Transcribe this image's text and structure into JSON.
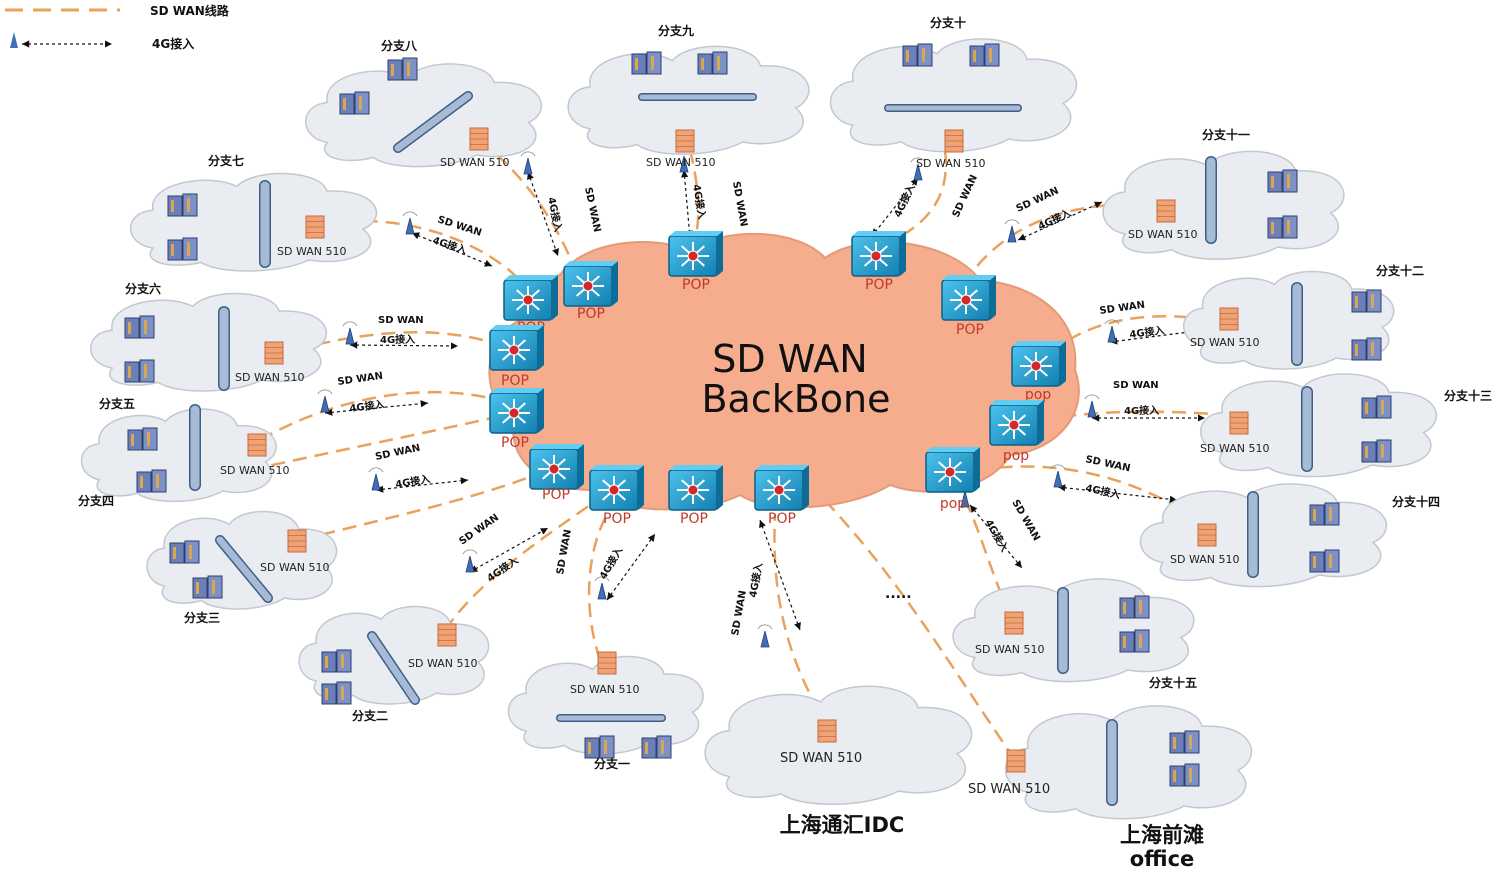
{
  "legend": {
    "sdwan_line_label": "SD WAN线路",
    "lte_label": "4G接入"
  },
  "colors": {
    "core_fill": "#f6ad8e",
    "sdwan_line": "#e8a25c",
    "cloud_fill": "#e9ecf1",
    "switch_blue": "#1fa4d8",
    "firewall": "#ef9b6c"
  },
  "core": {
    "title_line1": "SD WAN",
    "title_line2": "BackBone"
  },
  "link_labels": {
    "sdwan": "SD WAN",
    "lte": "4G接入"
  },
  "pops": [
    {
      "label": "POP"
    },
    {
      "label": "POP"
    },
    {
      "label": "POP"
    },
    {
      "label": "POP"
    },
    {
      "label": "POP"
    },
    {
      "label": "POP"
    },
    {
      "label": "POP"
    },
    {
      "label": "POP"
    },
    {
      "label": "POP"
    },
    {
      "label": "POP"
    },
    {
      "label": "POP"
    },
    {
      "label": "pop"
    },
    {
      "label": "pop"
    },
    {
      "label": "pop"
    }
  ],
  "branches": [
    {
      "name": "分支一",
      "device": "SD WAN 510"
    },
    {
      "name": "分支二",
      "device": "SD WAN 510"
    },
    {
      "name": "分支三",
      "device": "SD WAN 510"
    },
    {
      "name": "分支四",
      "device": "SD WAN 510"
    },
    {
      "name": "分支五",
      "device": "SD WAN 510"
    },
    {
      "name": "分支六",
      "device": "SD WAN 510"
    },
    {
      "name": "分支七",
      "device": "SD WAN 510"
    },
    {
      "name": "分支八",
      "device": "SD WAN 510"
    },
    {
      "name": "分支九",
      "device": "SD WAN 510"
    },
    {
      "name": "分支十",
      "device": "SD WAN 510"
    },
    {
      "name": "分支十一",
      "device": "SD WAN 510"
    },
    {
      "name": "分支十二",
      "device": "SD WAN 510"
    },
    {
      "name": "分支十三",
      "device": "SD WAN 510"
    },
    {
      "name": "分支十四",
      "device": "SD WAN 510"
    },
    {
      "name": "分支十五",
      "device": "SD WAN 510"
    }
  ],
  "idc": {
    "name": "上海通汇IDC",
    "device": "SD WAN 510"
  },
  "office": {
    "name_line1": "上海前滩",
    "name_line2": "office",
    "device": "SD WAN 510"
  },
  "ellipsis": "....."
}
